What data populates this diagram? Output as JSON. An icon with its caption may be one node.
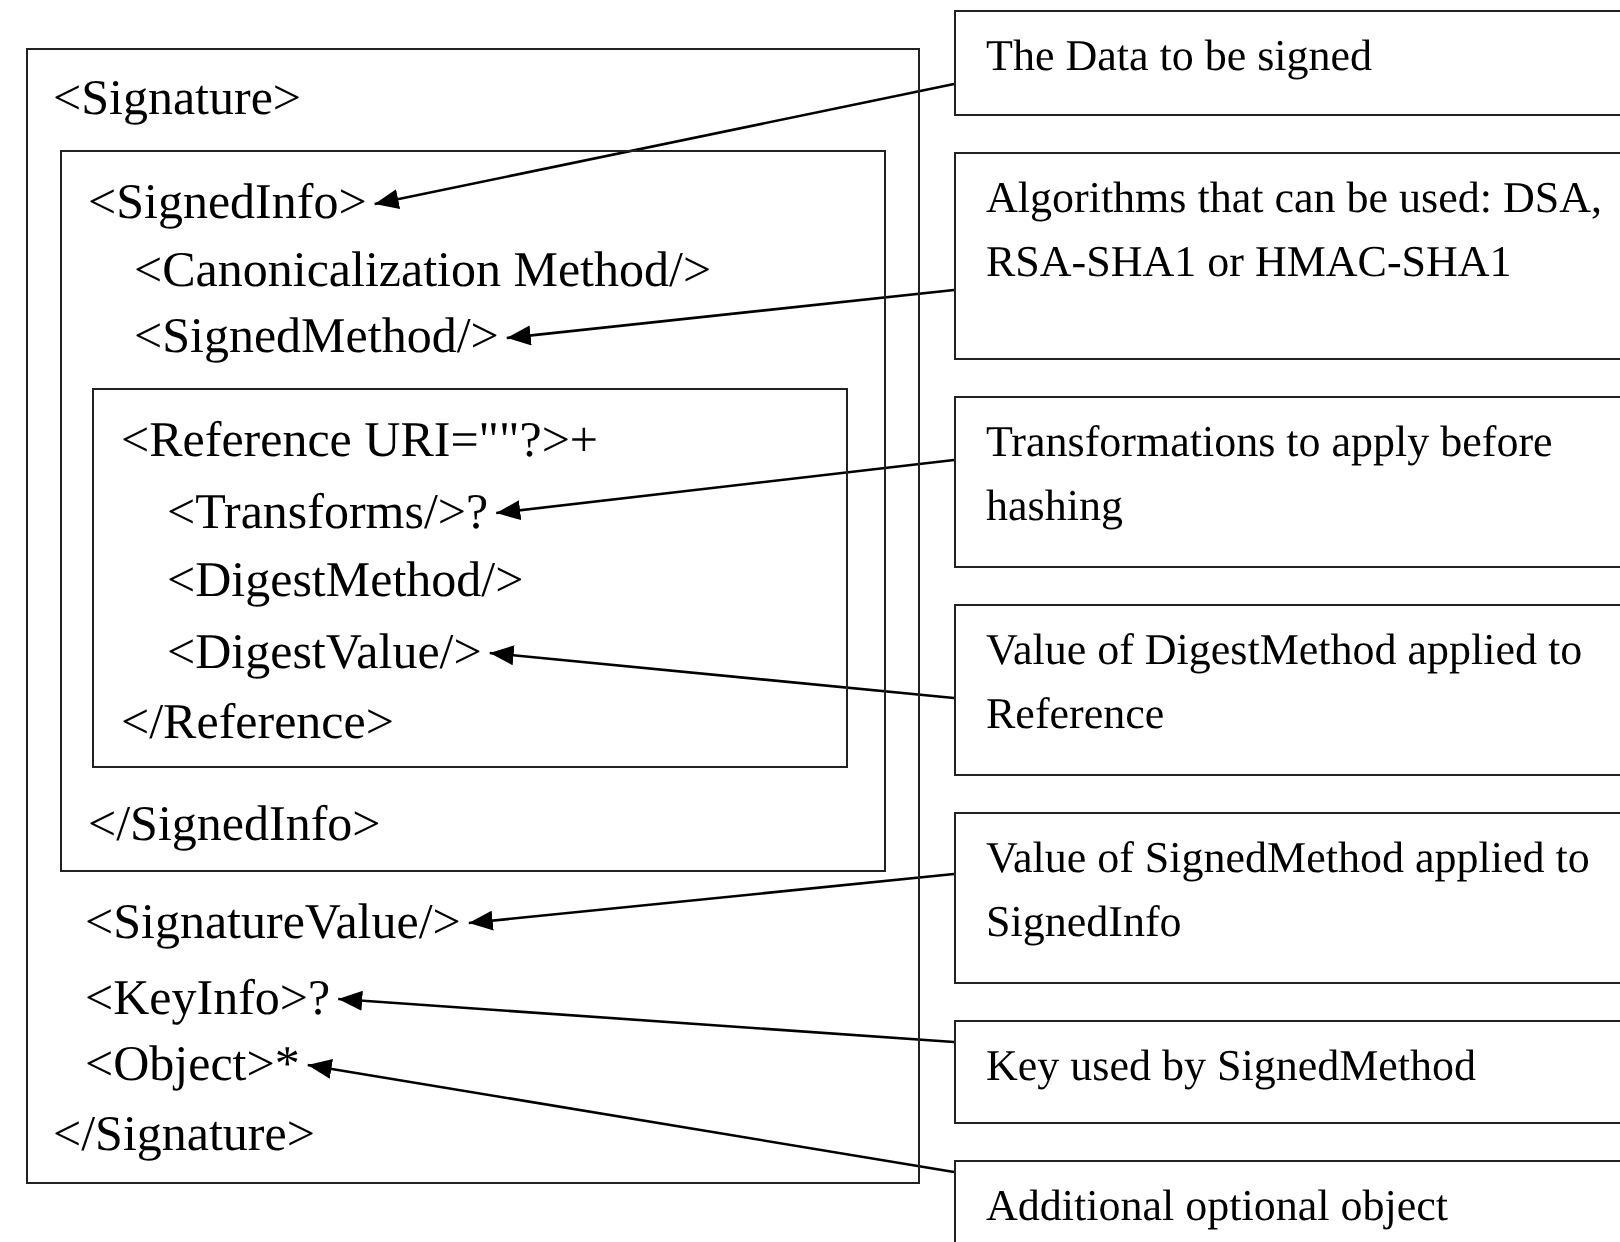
{
  "diagram": {
    "nodes": [
      {
        "text": [
          "<Signature>",
          "</Signature>"
        ]
      },
      {
        "text": [
          "<Canonicalization Method/>",
          "</SignedInfo>"
        ],
        "in": 0
      },
      {
        "text": [
          "<SignedInfo>"
        ],
        "in": 1
      },
      {
        "text": [
          "<SignedMethod/>"
        ],
        "in": 1
      },
      {
        "text": [
          "<Reference URI=\"\"?>+",
          "<DigestMethod/>",
          "</Reference>"
        ],
        "in": 1
      },
      {
        "text": [
          "<Transforms/>?"
        ],
        "in": 4
      },
      {
        "text": [
          "<DigestValue/>"
        ],
        "in": 4
      },
      {
        "text": [
          "<SignatureValue/>"
        ],
        "in": 0
      },
      {
        "text": [
          "<KeyInfo>?"
        ],
        "in": 0
      },
      {
        "text": [
          "<Object>*"
        ],
        "in": 0
      },
      {
        "text": [
          "The Data to be signed"
        ]
      },
      {
        "text": [
          "Algorithms that can be used: DSA, RSA-SHA1 or HMAC-SHA1"
        ]
      },
      {
        "text": [
          "Transformations to apply before hashing"
        ]
      },
      {
        "text": [
          "Value of DigestMethod applied to Reference"
        ]
      },
      {
        "text": [
          "Value of SignedMethod applied to SignedInfo"
        ]
      },
      {
        "text": [
          "Key used by SignedMethod"
        ]
      },
      {
        "text": [
          "Additional optional object"
        ]
      }
    ],
    "edges": [
      {
        "from": 10,
        "to": 2,
        "arrow": "to"
      },
      {
        "from": 11,
        "to": 3,
        "arrow": "to"
      },
      {
        "from": 12,
        "to": 5,
        "arrow": "to"
      },
      {
        "from": 13,
        "to": 6,
        "arrow": "to"
      },
      {
        "from": 14,
        "to": 7,
        "arrow": "to"
      },
      {
        "from": 15,
        "to": 8,
        "arrow": "to"
      },
      {
        "from": 16,
        "to": 9,
        "arrow": "to"
      }
    ]
  }
}
